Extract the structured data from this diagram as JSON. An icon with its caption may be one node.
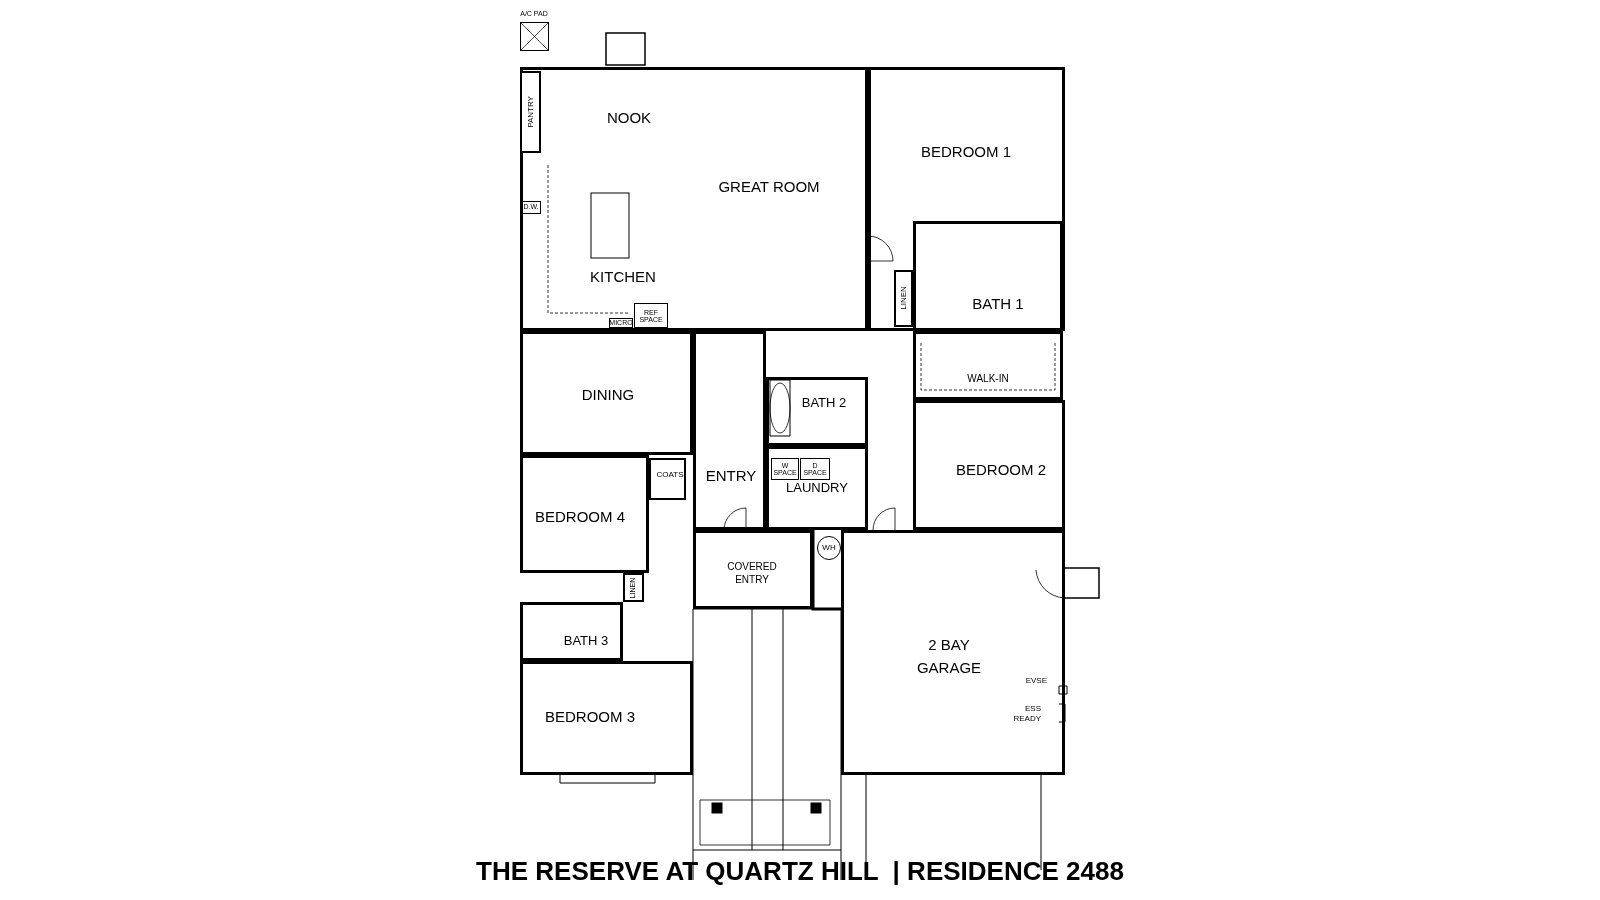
{
  "diagram": {
    "title": "THE RESERVE AT QUARTZ HILL  | RESIDENCE 2488",
    "nodes": [
      {
        "text": [
          "NOOK",
          "GREAT ROOM",
          "KITCHEN"
        ]
      },
      {
        "text": [
          "PANTRY"
        ],
        "in": 0
      },
      {
        "text": [
          "D.W."
        ],
        "in": 0
      },
      {
        "text": [
          "MICRO"
        ],
        "in": 0
      },
      {
        "text": [
          "REF SPACE"
        ],
        "in": 0
      },
      {
        "text": [
          "BEDROOM 1"
        ]
      },
      {
        "text": [
          "BATH 1"
        ],
        "in": 5
      },
      {
        "text": [
          "LINEN"
        ],
        "in": 5
      },
      {
        "text": [
          "WALK-IN"
        ]
      },
      {
        "text": [
          "DINING"
        ]
      },
      {
        "text": [
          "ENTRY"
        ]
      },
      {
        "text": [
          "BATH 2"
        ]
      },
      {
        "text": [
          "LAUNDRY"
        ]
      },
      {
        "text": [
          "W SPACE"
        ],
        "in": 12
      },
      {
        "text": [
          "D SPACE"
        ],
        "in": 12
      },
      {
        "text": [
          "BEDROOM 2"
        ]
      },
      {
        "text": [
          "COATS"
        ]
      },
      {
        "text": [
          "BEDROOM 4"
        ]
      },
      {
        "text": [
          "LINEN"
        ]
      },
      {
        "text": [
          "BATH 3"
        ]
      },
      {
        "text": [
          "BEDROOM 3"
        ]
      },
      {
        "text": [
          "COVERED ENTRY"
        ]
      },
      {
        "text": [
          "WH"
        ]
      },
      {
        "text": [
          "2 BAY GARAGE"
        ]
      },
      {
        "text": [
          "A/C PAD"
        ]
      }
    ],
    "labels": [
      "EVSE",
      "ESS READY"
    ]
  }
}
